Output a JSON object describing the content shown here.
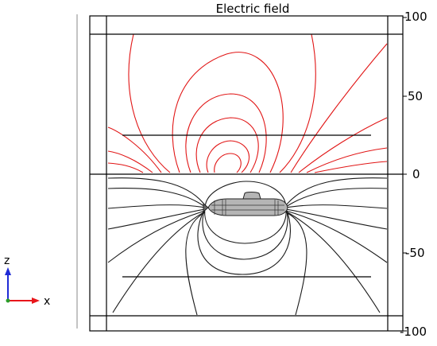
{
  "title": "Electric field",
  "axis": {
    "ticks": [
      {
        "label": "100",
        "value": 100
      },
      {
        "label": "50",
        "value": 50
      },
      {
        "label": "0",
        "value": 0
      },
      {
        "label": "-50",
        "value": -50
      },
      {
        "label": "-100",
        "value": -100
      }
    ]
  },
  "triad": {
    "x_label": "x",
    "z_label": "z",
    "x_color": "#e8161b",
    "z_color": "#1f2bd6",
    "y_color": "#2a9d2a"
  },
  "colors": {
    "upper_field_lines": "#e11515",
    "lower_field_lines": "#1a1a1a",
    "frame": "#000000",
    "vessel_fill": "#b5b5b5"
  }
}
